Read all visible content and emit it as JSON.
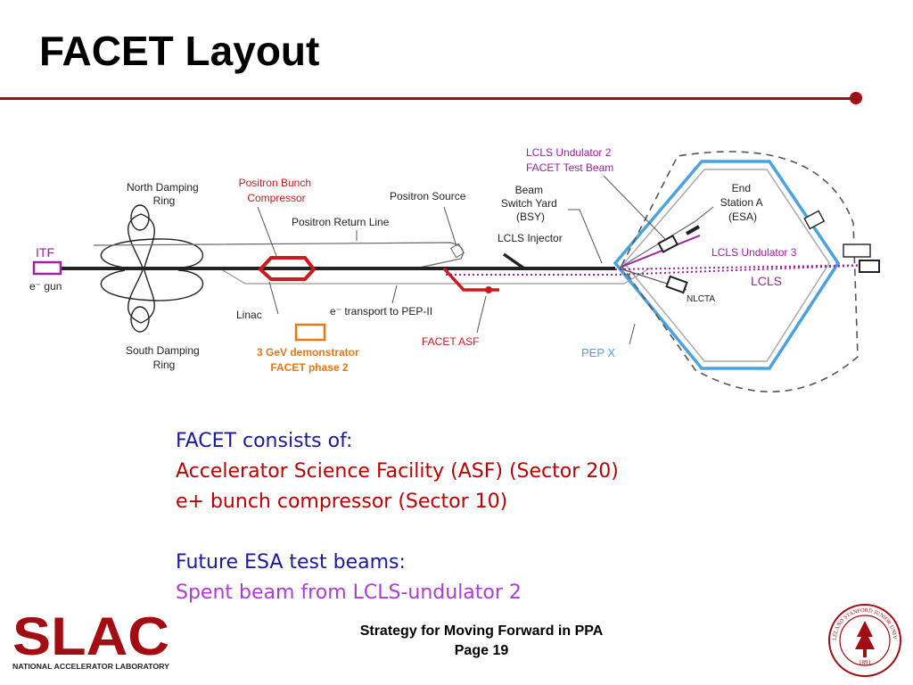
{
  "title": "FACET Layout",
  "diagram": {
    "labels": {
      "north_ring": [
        "North Damping",
        "Ring"
      ],
      "south_ring": [
        "South Damping",
        "Ring"
      ],
      "positron_bunch_compressor": [
        "Positron Bunch",
        "Compressor"
      ],
      "positron_return_line": "Positron Return Line",
      "positron_source": "Positron Source",
      "bsy": [
        "Beam",
        "Switch Yard",
        "(BSY)"
      ],
      "lcls_injector": "LCLS Injector",
      "lcls_undulator_2": [
        "LCLS Undulator 2",
        "FACET Test Beam"
      ],
      "end_station": [
        "End",
        "Station A",
        "(ESA)"
      ],
      "lcls_undulator_3": "LCLS Undulator 3",
      "lcls": "LCLS",
      "nlcta": "NLCTA",
      "itf": "ITF",
      "egun": "e⁻ gun",
      "linac": "Linac",
      "transport": "e⁻ transport to PEP-II",
      "demonstrator": [
        "3 GeV demonstrator",
        "FACET phase 2"
      ],
      "facet_asf": "FACET ASF",
      "pepx": "PEP X"
    },
    "colors": {
      "beamline": "#222222",
      "facet_red": "#cc1a1a",
      "undulator_purple": "#a020a0",
      "pepx_blue": "#4aa3df",
      "demonstrator_orange": "#e8761a",
      "ring_gray": "#9a9a9a"
    }
  },
  "notes": {
    "line1": "FACET consists of:",
    "line2": "Accelerator Science Facility (ASF) (Sector 20)",
    "line3": "e+ bunch compressor (Sector 10)",
    "line4": "Future ESA test beams:",
    "line5": "Spent beam from LCLS-undulator 2"
  },
  "footer": {
    "line1": "Strategy for Moving Forward in PPA",
    "line2": "Page 19"
  },
  "logo": {
    "name": "SLAC",
    "subtitle": "NATIONAL ACCELERATOR LABORATORY"
  },
  "seal": {
    "text": "LELAND STANFORD JUNIOR UNIVERSITY",
    "year": "1891"
  },
  "accent_color": "#a30c12"
}
